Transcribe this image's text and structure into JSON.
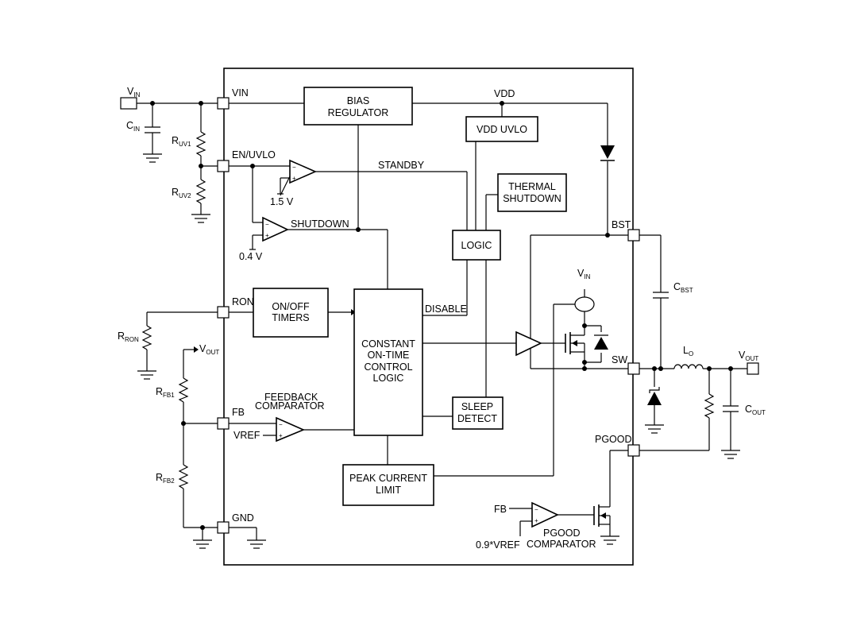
{
  "pins": {
    "vin": "VIN",
    "en_uvlo": "EN/UVLO",
    "ron": "RON",
    "fb": "FB",
    "gnd": "GND",
    "bst": "BST",
    "sw": "SW",
    "pgood": "PGOOD"
  },
  "blocks": {
    "bias_regulator": [
      "BIAS",
      "REGULATOR"
    ],
    "vdd_uvlo": "VDD UVLO",
    "thermal_shutdown": [
      "THERMAL",
      "SHUTDOWN"
    ],
    "logic": "LOGIC",
    "on_off_timers": [
      "ON/OFF",
      "TIMERS"
    ],
    "control_logic": [
      "CONSTANT",
      "ON-TIME",
      "CONTROL",
      "LOGIC"
    ],
    "sleep_detect": [
      "SLEEP",
      "DETECT"
    ],
    "peak_current_limit": [
      "PEAK CURRENT",
      "LIMIT"
    ]
  },
  "signals": {
    "vdd": "VDD",
    "standby": "STANDBY",
    "shutdown": "SHUTDOWN",
    "disable": "DISABLE",
    "ref_1v5": "1.5 V",
    "ref_0v4": "0.4 V",
    "vref": "VREF",
    "fb_pg": "FB",
    "pg_ref": "0.9*VREF"
  },
  "captions": {
    "feedback_comparator": [
      "FEEDBACK",
      "COMPARATOR"
    ],
    "pgood_comparator": [
      "PGOOD",
      "COMPARATOR"
    ]
  },
  "externals": {
    "vin": {
      "main": "V",
      "sub": "IN"
    },
    "cin": {
      "main": "C",
      "sub": "IN"
    },
    "ruv1": {
      "main": "R",
      "sub": "UV1"
    },
    "ruv2": {
      "main": "R",
      "sub": "UV2"
    },
    "rron": {
      "main": "R",
      "sub": "RON"
    },
    "vout_fb": {
      "main": "V",
      "sub": "OUT"
    },
    "rfb1": {
      "main": "R",
      "sub": "FB1"
    },
    "rfb2": {
      "main": "R",
      "sub": "FB2"
    },
    "cbst": {
      "main": "C",
      "sub": "BST"
    },
    "lo": {
      "main": "L",
      "sub": "O"
    },
    "vout": {
      "main": "V",
      "sub": "OUT"
    },
    "cout": {
      "main": "C",
      "sub": "OUT"
    },
    "vin_fet": {
      "main": "V",
      "sub": "IN"
    }
  },
  "comparator_signs": {
    "minus": "−",
    "plus": "+"
  }
}
